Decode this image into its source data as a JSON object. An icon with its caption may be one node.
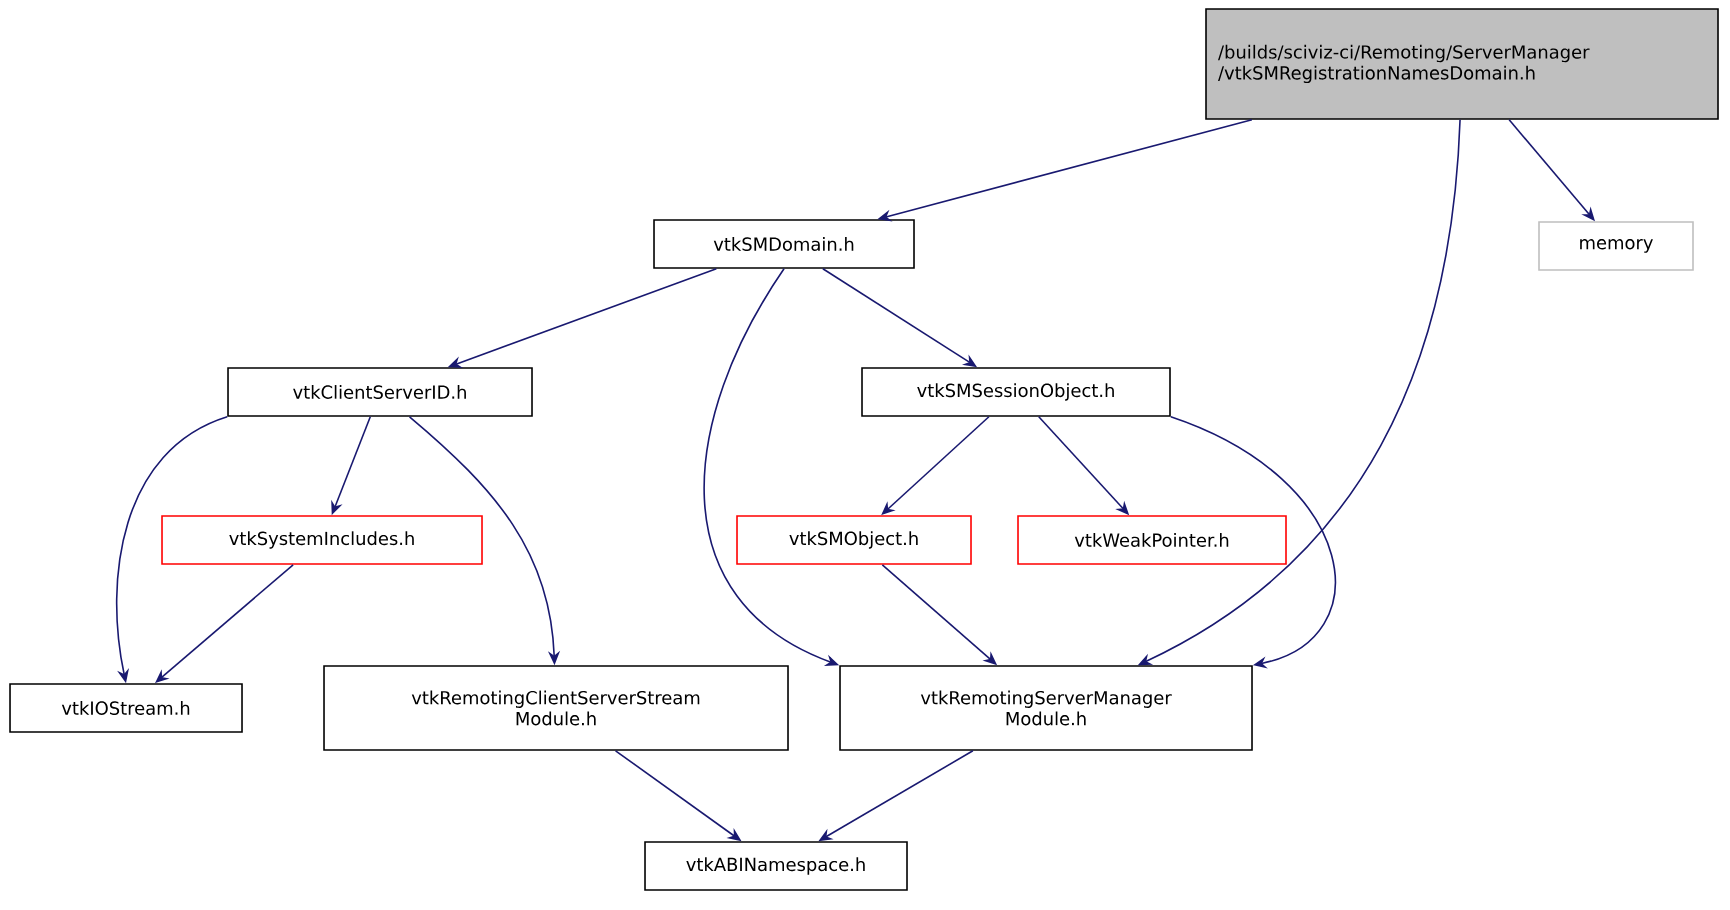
{
  "diagram": {
    "nodes": [
      {
        "text": [
          "/builds/sciviz-ci/Remoting/ServerManager /vtkSMRegistrationNamesDomain.h"
        ]
      },
      {
        "text": [
          "vtkSMDomain.h"
        ]
      },
      {
        "text": [
          "memory"
        ]
      },
      {
        "text": [
          "vtkClientServerID.h"
        ]
      },
      {
        "text": [
          "vtkSMSessionObject.h"
        ]
      },
      {
        "text": [
          "vtkSystemIncludes.h"
        ]
      },
      {
        "text": [
          "vtkSMObject.h"
        ]
      },
      {
        "text": [
          "vtkWeakPointer.h"
        ]
      },
      {
        "text": [
          "vtkIOStream.h"
        ]
      },
      {
        "text": [
          "vtkRemotingClientServerStream Module.h"
        ]
      },
      {
        "text": [
          "vtkRemotingServerManager Module.h"
        ]
      },
      {
        "text": [
          "vtkABINamespace.h"
        ]
      }
    ],
    "edges": [
      {
        "from": 0,
        "to": 1,
        "arrow": "to"
      },
      {
        "from": 0,
        "to": 2,
        "arrow": "to"
      },
      {
        "from": 0,
        "to": 10,
        "arrow": "to"
      },
      {
        "from": 1,
        "to": 3,
        "arrow": "to"
      },
      {
        "from": 1,
        "to": 4,
        "arrow": "to"
      },
      {
        "from": 1,
        "to": 10,
        "arrow": "to"
      },
      {
        "from": 3,
        "to": 5,
        "arrow": "to"
      },
      {
        "from": 3,
        "to": 8,
        "arrow": "to"
      },
      {
        "from": 3,
        "to": 9,
        "arrow": "to"
      },
      {
        "from": 5,
        "to": 8,
        "arrow": "to"
      },
      {
        "from": 4,
        "to": 6,
        "arrow": "to"
      },
      {
        "from": 4,
        "to": 7,
        "arrow": "to"
      },
      {
        "from": 4,
        "to": 10,
        "arrow": "to"
      },
      {
        "from": 6,
        "to": 10,
        "arrow": "to"
      },
      {
        "from": 9,
        "to": 11,
        "arrow": "to"
      },
      {
        "from": 10,
        "to": 11,
        "arrow": "to"
      }
    ]
  }
}
